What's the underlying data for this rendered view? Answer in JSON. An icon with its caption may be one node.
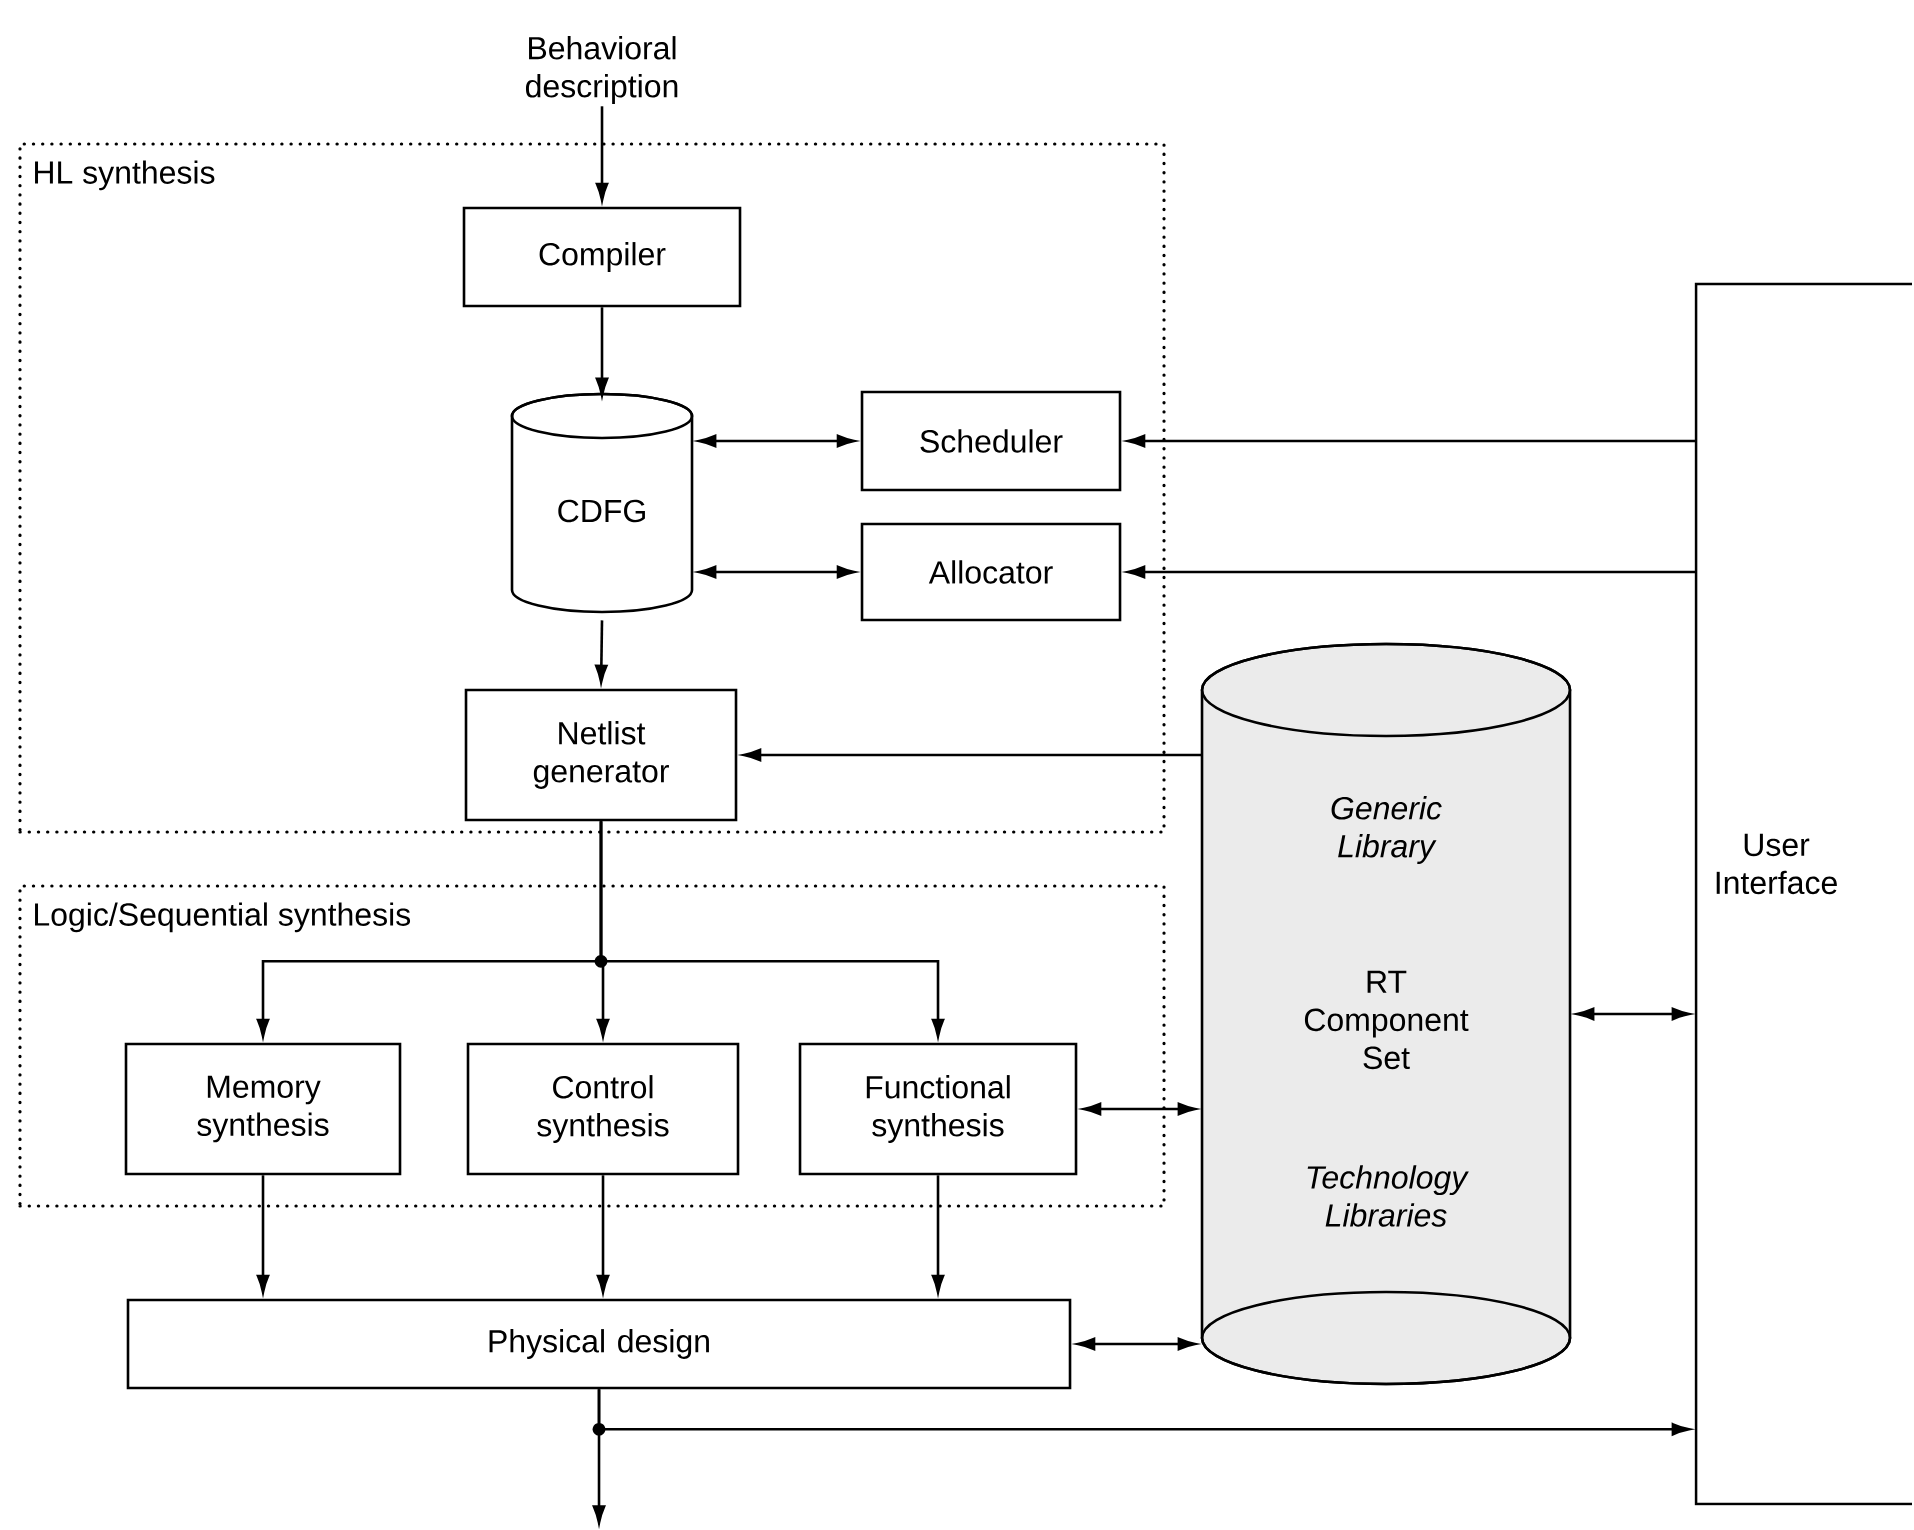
{
  "diagram": {
    "nodes": [
      {
        "text": [
          "Behavioral description"
        ]
      },
      {
        "text": [
          "HL synthesis"
        ]
      },
      {
        "text": [
          "Compiler"
        ],
        "in": 1
      },
      {
        "text": [
          "CDFG"
        ],
        "in": 1
      },
      {
        "text": [
          "Scheduler"
        ],
        "in": 1
      },
      {
        "text": [
          "Allocator"
        ],
        "in": 1
      },
      {
        "text": [
          "Netlist generator"
        ],
        "in": 1
      },
      {
        "text": [
          "Logic/Sequential synthesis"
        ]
      },
      {
        "text": [
          "Memory synthesis"
        ],
        "in": 7
      },
      {
        "text": [
          "Control synthesis"
        ],
        "in": 7
      },
      {
        "text": [
          "Functional synthesis"
        ],
        "in": 7
      },
      {
        "text": [
          "Physical design"
        ]
      },
      {
        "text": [
          "Generic Library",
          "RT Component Set",
          "Technology Libraries"
        ]
      },
      {
        "text": [
          "User Interface"
        ]
      }
    ],
    "edges": [
      {
        "from": 0,
        "to": 2,
        "arrow": "to"
      },
      {
        "from": 2,
        "to": 3,
        "arrow": "to"
      },
      {
        "from": 3,
        "to": 4,
        "arrow": "both"
      },
      {
        "from": 3,
        "to": 5,
        "arrow": "both"
      },
      {
        "from": 13,
        "to": 4,
        "arrow": "to"
      },
      {
        "from": 13,
        "to": 5,
        "arrow": "to"
      },
      {
        "from": 3,
        "to": 6,
        "arrow": "to"
      },
      {
        "from": 12,
        "to": 6,
        "arrow": "to"
      },
      {
        "from": 6,
        "to": 8,
        "arrow": "to"
      },
      {
        "from": 6,
        "to": 9,
        "arrow": "to"
      },
      {
        "from": 6,
        "to": 10,
        "arrow": "to"
      },
      {
        "from": 10,
        "to": 12,
        "arrow": "both"
      },
      {
        "from": 8,
        "to": 11,
        "arrow": "to"
      },
      {
        "from": 9,
        "to": 11,
        "arrow": "to"
      },
      {
        "from": 10,
        "to": 11,
        "arrow": "to"
      },
      {
        "from": 11,
        "to": 12,
        "arrow": "both"
      },
      {
        "from": 12,
        "to": 13,
        "arrow": "both"
      },
      {
        "from": 11,
        "to": 13,
        "arrow": "to"
      },
      {
        "from": 11,
        "to": null,
        "arrow": "to"
      }
    ]
  }
}
